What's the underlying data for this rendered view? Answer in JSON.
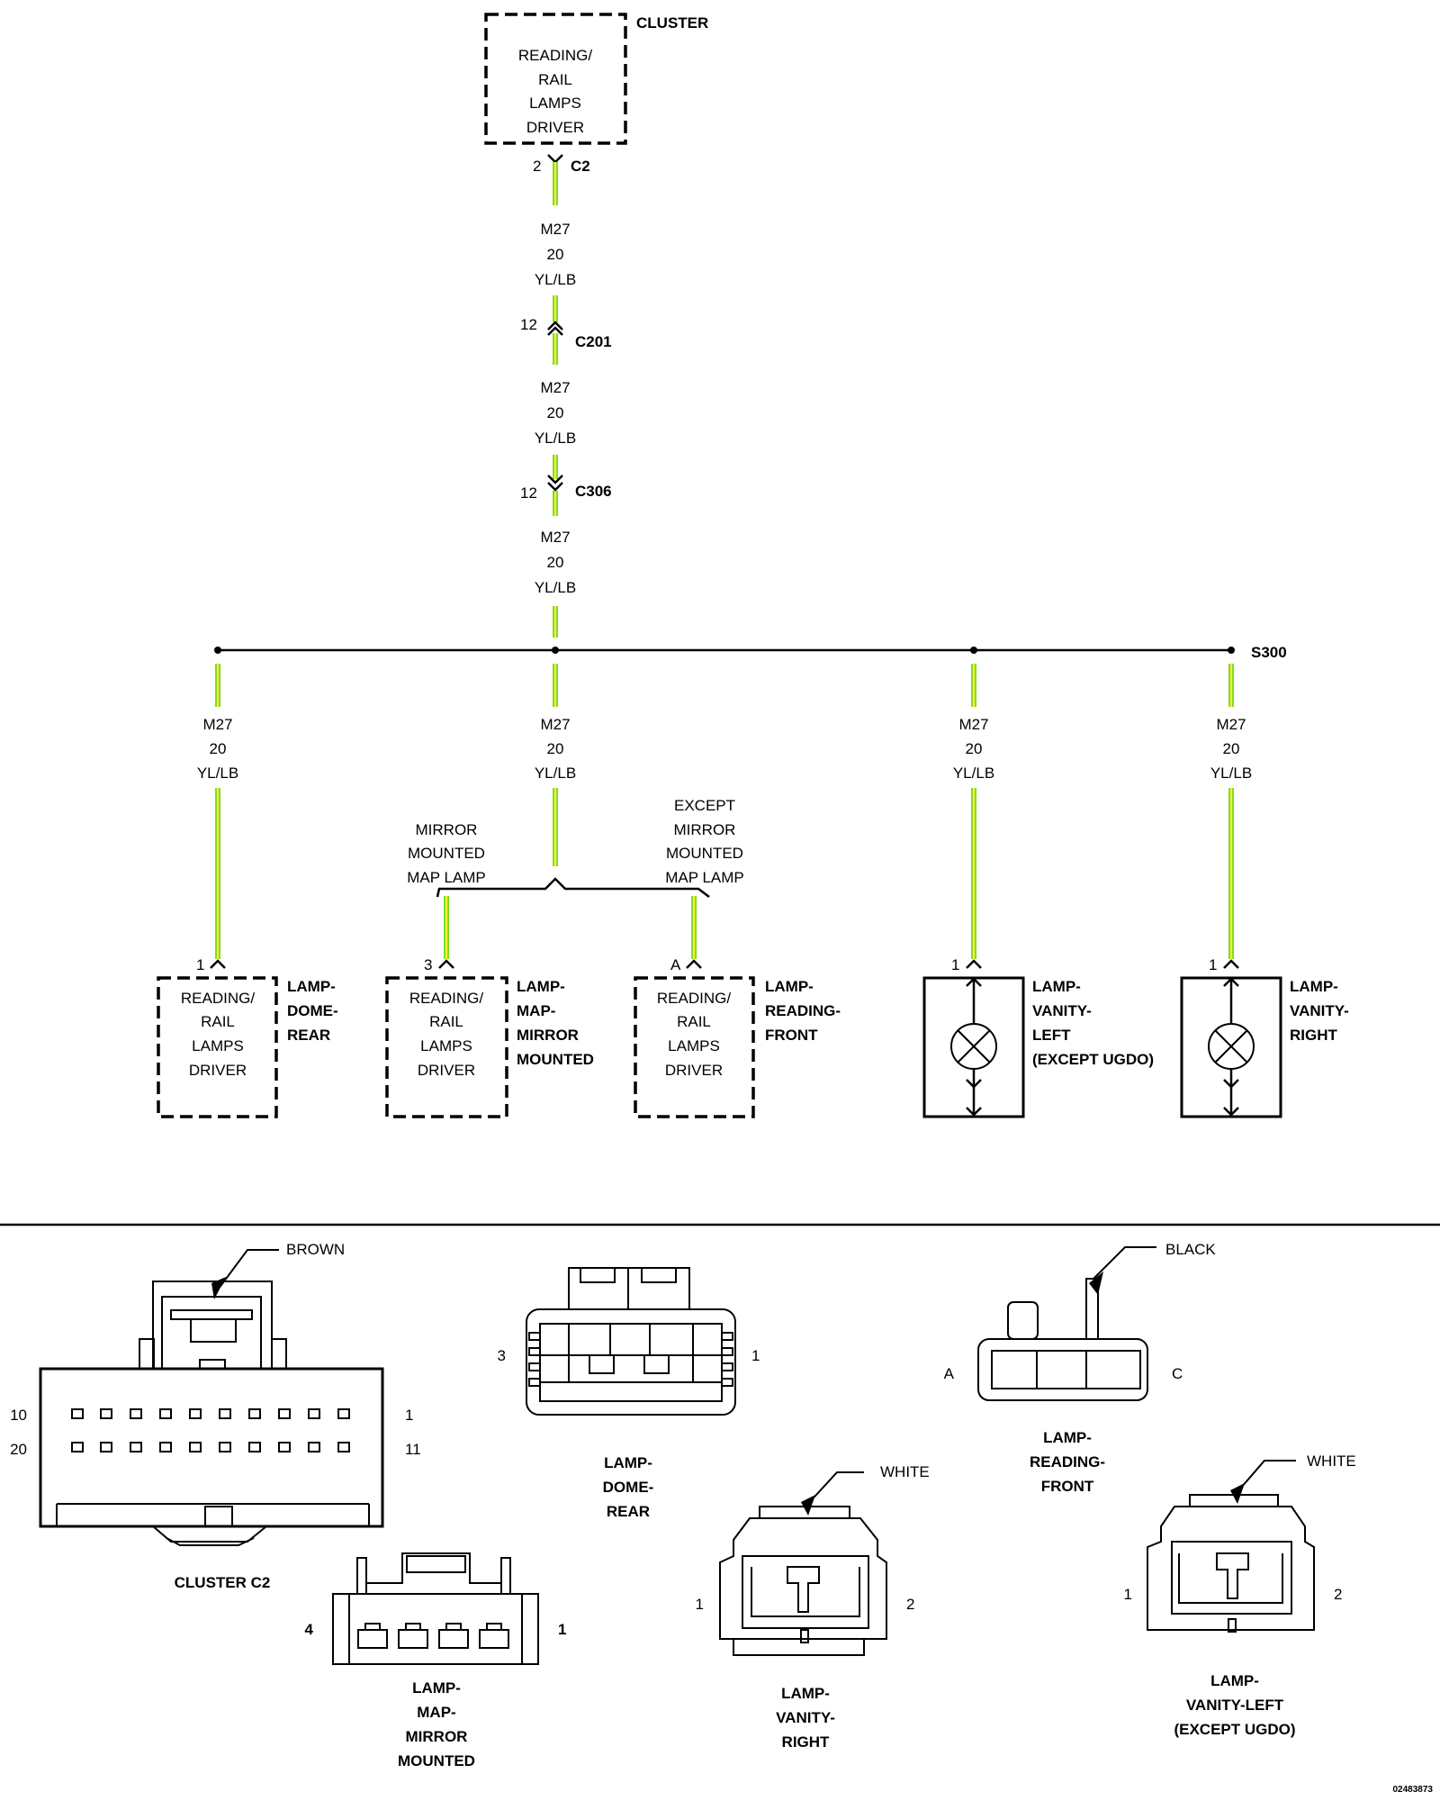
{
  "diagram": {
    "cluster": {
      "title": "CLUSTER",
      "box_lines": [
        "READING/",
        "RAIL",
        "LAMPS",
        "DRIVER"
      ],
      "pin": "2",
      "connector": "C2"
    },
    "wire": {
      "circuit": "M27",
      "gauge": "20",
      "color": "YL/LB"
    },
    "inline_connectors": [
      {
        "pin": "12",
        "name": "C201"
      },
      {
        "pin": "12",
        "name": "C306"
      }
    ],
    "splice": "S300",
    "options": {
      "mirror": [
        "MIRROR",
        "MOUNTED",
        "MAP LAMP"
      ],
      "except": [
        "EXCEPT",
        "MIRROR",
        "MOUNTED",
        "MAP LAMP"
      ]
    },
    "components": [
      {
        "pin": "1",
        "box_lines": [
          "READING/",
          "RAIL",
          "LAMPS",
          "DRIVER"
        ],
        "label_lines": [
          "LAMP-",
          "DOME-",
          "REAR"
        ]
      },
      {
        "pin": "3",
        "box_lines": [
          "READING/",
          "RAIL",
          "LAMPS",
          "DRIVER"
        ],
        "label_lines": [
          "LAMP-",
          "MAP-",
          "MIRROR",
          "MOUNTED"
        ]
      },
      {
        "pin": "A",
        "box_lines": [
          "READING/",
          "RAIL",
          "LAMPS",
          "DRIVER"
        ],
        "label_lines": [
          "LAMP-",
          "READING-",
          "FRONT"
        ]
      },
      {
        "pin": "1",
        "label_lines": [
          "LAMP-",
          "VANITY-",
          "LEFT",
          "(EXCEPT UGDO)"
        ]
      },
      {
        "pin": "1",
        "label_lines": [
          "LAMP-",
          "VANITY-",
          "RIGHT"
        ]
      }
    ],
    "connector_views": {
      "cluster_c2": {
        "color": "BROWN",
        "pins": [
          "10",
          "1",
          "20",
          "11"
        ],
        "title": "CLUSTER C2"
      },
      "dome_rear": {
        "pins": [
          "3",
          "1"
        ],
        "title_lines": [
          "LAMP-",
          "DOME-",
          "REAR"
        ]
      },
      "reading_front": {
        "color": "BLACK",
        "pins": [
          "A",
          "C"
        ],
        "title_lines": [
          "LAMP-",
          "READING-",
          "FRONT"
        ]
      },
      "map_mirror": {
        "pins": [
          "4",
          "1"
        ],
        "title_lines": [
          "LAMP-",
          "MAP-",
          "MIRROR",
          "MOUNTED"
        ]
      },
      "vanity_right": {
        "color": "WHITE",
        "pins": [
          "1",
          "2"
        ],
        "title_lines": [
          "LAMP-",
          "VANITY-",
          "RIGHT"
        ]
      },
      "vanity_left": {
        "color": "WHITE",
        "pins": [
          "1",
          "2"
        ],
        "title_lines": [
          "LAMP-",
          "VANITY-LEFT",
          "(EXCEPT UGDO)"
        ]
      }
    },
    "figure_id": "02483873"
  }
}
